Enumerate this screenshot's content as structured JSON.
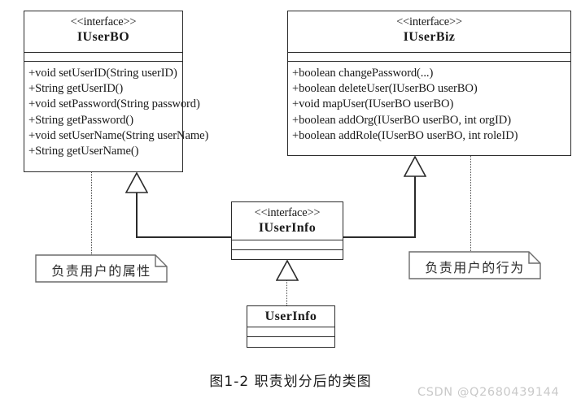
{
  "diagram": {
    "caption": "图1-2 职责划分后的类图",
    "watermark": "CSDN @Q2680439144",
    "colors": {
      "stroke": "#2b2b2b",
      "background": "#ffffff",
      "note_stroke": "#6b6b6b",
      "watermark": "#c9c9c9"
    }
  },
  "classes": {
    "iuserbo": {
      "stereotype": "<<interface>>",
      "name": "IUserBO",
      "attributes": [],
      "methods": [
        "+void setUserID(String userID)",
        "+String getUserID()",
        "+void setPassword(String password)",
        "+String getPassword()",
        "+void setUserName(String userName)",
        "+String getUserName()"
      ]
    },
    "iuserbiz": {
      "stereotype": "<<interface>>",
      "name": "IUserBiz",
      "attributes": [],
      "methods": [
        "+boolean changePassword(...)",
        "+boolean deleteUser(IUserBO userBO)",
        "+void mapUser(IUserBO userBO)",
        "+boolean addOrg(IUserBO userBO, int orgID)",
        "+boolean addRole(IUserBO userBO, int roleID)"
      ]
    },
    "iuserinfo": {
      "stereotype": "<<interface>>",
      "name": "IUserInfo",
      "attributes": [],
      "methods": []
    },
    "userinfo": {
      "stereotype": "",
      "name": "UserInfo",
      "attributes": [],
      "methods": []
    }
  },
  "notes": {
    "left": {
      "text": "负责用户的属性",
      "attached_to": "IUserBO"
    },
    "right": {
      "text": "负责用户的行为",
      "attached_to": "IUserBiz"
    }
  },
  "relationships": [
    {
      "type": "generalization",
      "from": "IUserInfo",
      "to": "IUserBO",
      "line_style": "solid"
    },
    {
      "type": "generalization",
      "from": "IUserInfo",
      "to": "IUserBiz",
      "line_style": "solid"
    },
    {
      "type": "realization",
      "from": "UserInfo",
      "to": "IUserInfo",
      "line_style": "dotted"
    },
    {
      "type": "note-anchor",
      "from": "负责用户的属性",
      "to": "IUserBO",
      "line_style": "dotted"
    },
    {
      "type": "note-anchor",
      "from": "负责用户的行为",
      "to": "IUserBiz",
      "line_style": "dotted"
    }
  ]
}
